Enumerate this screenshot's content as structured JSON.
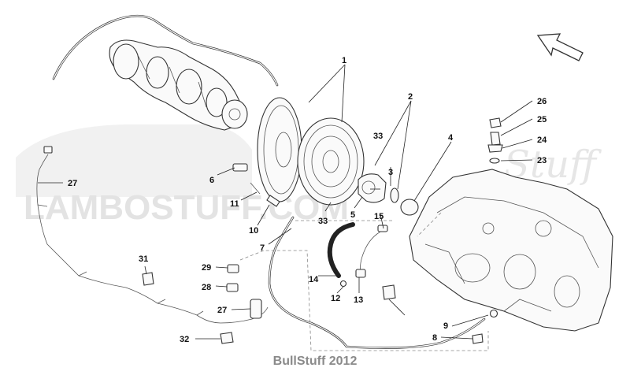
{
  "footer": "BullStuff 2012",
  "watermark": {
    "brand": "LAMBOSTUFF.COM",
    "script": "Stuff",
    "color": "#e3e3e3"
  },
  "callouts": {
    "c1": "1",
    "c2": "2",
    "c3": "3",
    "c4": "4",
    "c5": "5",
    "c6": "6",
    "c7": "7",
    "c8": "8",
    "c9": "9",
    "c10": "10",
    "c11": "11",
    "c12": "12",
    "c13": "13",
    "c14": "14",
    "c15": "15",
    "c23": "23",
    "c24": "24",
    "c25": "25",
    "c26": "26",
    "c27a": "27",
    "c27b": "27",
    "c28": "28",
    "c29": "29",
    "c31": "31",
    "c32": "32",
    "c33a": "33",
    "c33b": "33"
  },
  "icons": {
    "orientation_arrow": "arrow-up-left-icon"
  }
}
